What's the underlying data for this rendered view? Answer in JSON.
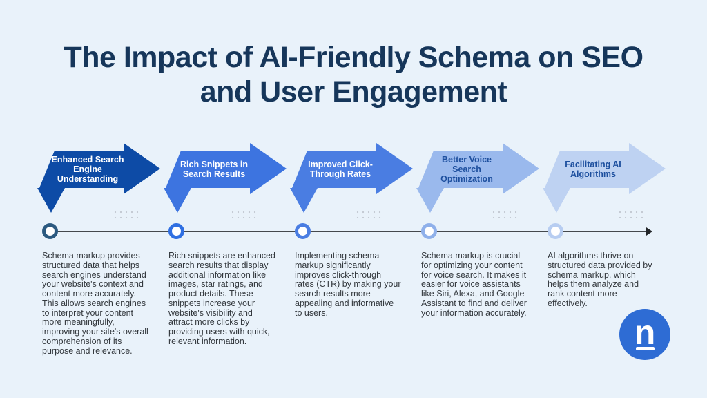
{
  "page": {
    "background": "#e9f2fa"
  },
  "title": {
    "text": "The Impact of AI-Friendly Schema on SEO and User Engagement",
    "lines": [
      "The Impact of AI-Friendly Schema on SEO",
      "and User Engagement"
    ],
    "color": "#16365a"
  },
  "timeline": {
    "line_color": "#45494d",
    "arrowhead_color": "#232629"
  },
  "steps": [
    {
      "label": "Enhanced Search Engine Understanding",
      "arrow_color": "#0d4ba6",
      "label_color": "#ffffff",
      "marker_color": "#2c5a80",
      "description": "Schema markup provides structured data that helps search engines understand your website's context and content more accurately. This allows search engines to interpret your content more meaningfully, improving your site's overall comprehension of its purpose and relevance."
    },
    {
      "label": "Rich Snippets in Search Results",
      "arrow_color": "#3d74e0",
      "label_color": "#ffffff",
      "marker_color": "#2f6fe2",
      "description": "Rich snippets are enhanced search results that display additional information like images, star ratings, and product details. These snippets increase your website's visibility and attract more clicks by providing users with quick, relevant information."
    },
    {
      "label": "Improved Click-Through Rates",
      "arrow_color": "#4a7de2",
      "label_color": "#ffffff",
      "marker_color": "#4a7de2",
      "description": "Implementing schema markup significantly improves click-through rates (CTR) by making your search results more appealing and informative to users."
    },
    {
      "label": "Better Voice Search Optimization",
      "arrow_color": "#9ab9ed",
      "label_color": "#1d4f9e",
      "marker_color": "#8fb0ea",
      "description": "Schema markup is crucial for optimizing your content for voice search. It makes it easier for voice assistants like Siri, Alexa, and Google Assistant to find and deliver your information accurately."
    },
    {
      "label": "Facilitating AI Algorithms",
      "arrow_color": "#bed2f2",
      "label_color": "#1d4f9e",
      "marker_color": "#b7cdf1",
      "description": "AI algorithms thrive on structured data provided by schema markup, which helps them analyze and rank content more effectively."
    }
  ],
  "logo": {
    "letter": "n",
    "background": "#2e6cd4",
    "letter_color": "#ffffff"
  }
}
